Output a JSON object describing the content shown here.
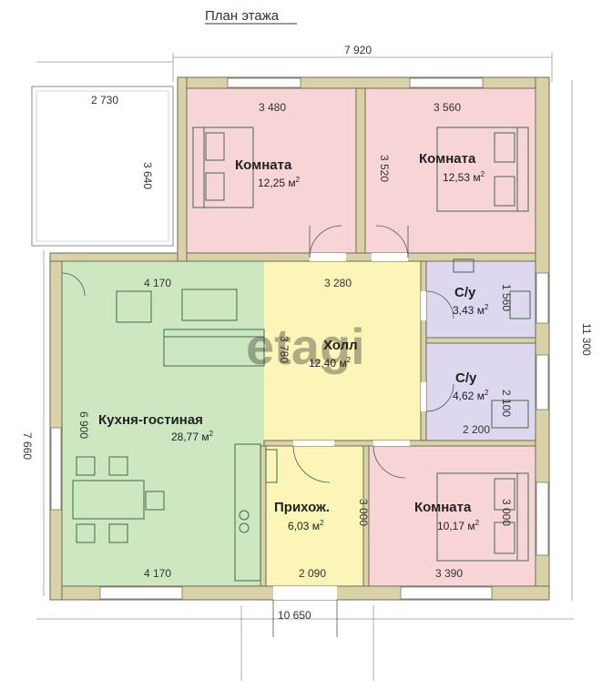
{
  "title": "План этажа",
  "colors": {
    "wall": "#d9d2a8",
    "wall_edge": "#6d6a55",
    "bedroom": "#f7d4d6",
    "kitchen": "#cde8c1",
    "hall": "#fbf5b8",
    "entry": "#fbf5b8",
    "bath": "#ddd7f0",
    "furniture": "#3f6b4a"
  },
  "rooms": {
    "bedroom1": {
      "name": "Комната",
      "area_value": "12,25 м",
      "area_sup": "2"
    },
    "bedroom2": {
      "name": "Комната",
      "area_value": "12,53 м",
      "area_sup": "2"
    },
    "bath1": {
      "name": "С/у",
      "area_value": "3,43 м",
      "area_sup": "2"
    },
    "bath2": {
      "name": "С/у",
      "area_value": "4,62 м",
      "area_sup": "2"
    },
    "hall": {
      "name": "Холл",
      "area_value": "12,40 м",
      "area_sup": "2"
    },
    "kitchen": {
      "name": "Кухня-гостиная",
      "area_value": "28,77 м",
      "area_sup": "2"
    },
    "entry": {
      "name": "Прихож.",
      "area_value": "6,03 м",
      "area_sup": "2"
    },
    "bedroom3": {
      "name": "Комната",
      "area_value": "10,17 м",
      "area_sup": "2"
    }
  },
  "dimensions": {
    "top_total": "7 920",
    "terrace_width": "2 730",
    "terrace_depth": "3 640",
    "room1_width": "3 480",
    "room2_width": "3 560",
    "room_depth": "3 520",
    "kitchen_width_top": "4 170",
    "hall_width": "3 280",
    "hall_depth": "3 780",
    "bath1_depth": "1 560",
    "bath2_depth": "2 100",
    "bath_width": "2 200",
    "kitchen_depth": "6 900",
    "entry_depth": "3 000",
    "room3_depth": "3 000",
    "kitchen_width_bottom": "4 170",
    "entry_width": "2 090",
    "room3_width": "3 390",
    "left_total": "7 660",
    "right_total": "11 300",
    "bottom_total": "10 650"
  },
  "watermark": "etagi"
}
